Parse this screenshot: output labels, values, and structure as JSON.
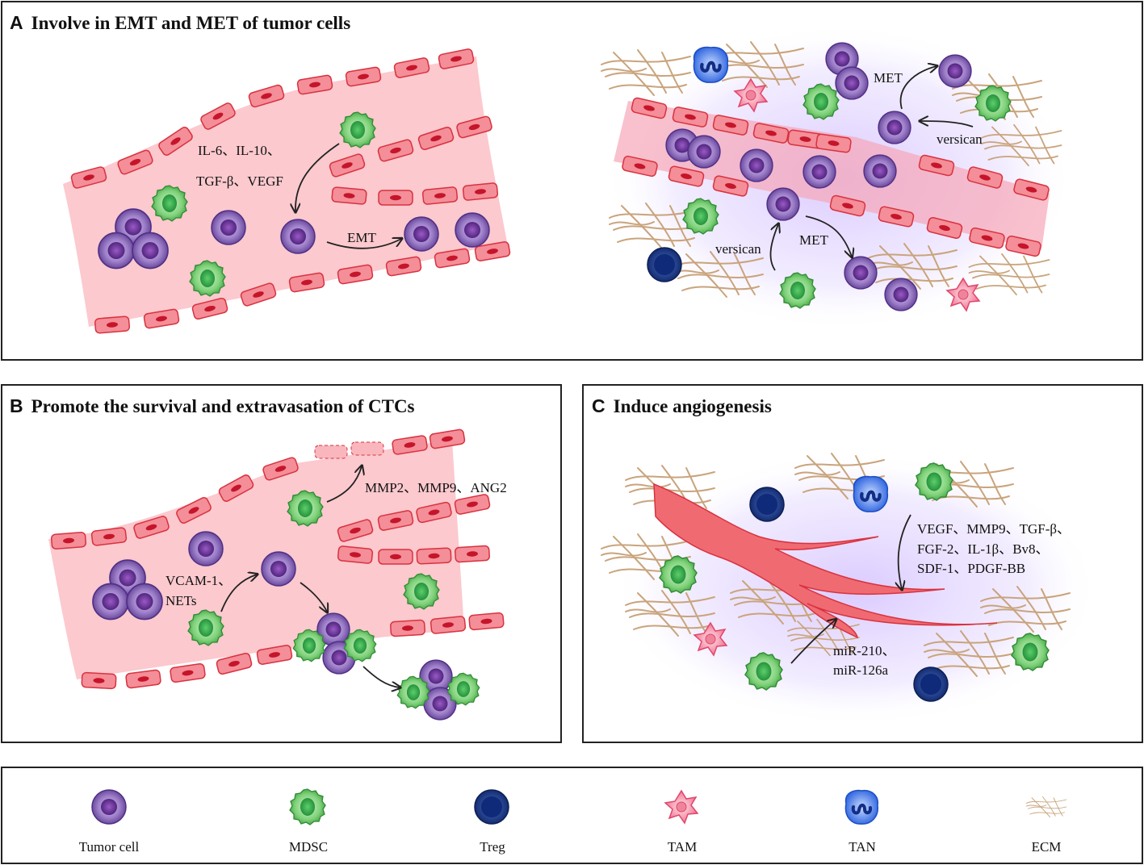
{
  "panelA": {
    "letter": "A",
    "title": "Involve in EMT and MET of tumor cells",
    "labels": {
      "cytokines_line1": "IL-6、IL-10、",
      "cytokines_line2": "TGF-β、VEGF",
      "emt": "EMT",
      "met_top": "MET",
      "versican_top": "versican",
      "versican_bottom": "versican",
      "met_bottom": "MET"
    }
  },
  "panelB": {
    "letter": "B",
    "title": "Promote the survival and extravasation of CTCs",
    "labels": {
      "mmp": "MMP2、MMP9、ANG2",
      "vcam_line1": "VCAM-1、",
      "vcam_line2": "NETs"
    }
  },
  "panelC": {
    "letter": "C",
    "title": "Induce angiogenesis",
    "labels": {
      "factors_line1": "VEGF、MMP9、TGF-β、",
      "factors_line2": "FGF-2、IL-1β、Bv8、",
      "factors_line3": "SDF-1、PDGF-BB",
      "mir_line1": "miR-210、",
      "mir_line2": "miR-126a"
    }
  },
  "legend": {
    "items": [
      {
        "label": "Tumor cell",
        "icon": "tumor-cell-icon"
      },
      {
        "label": "MDSC",
        "icon": "mdsc-icon"
      },
      {
        "label": "Treg",
        "icon": "treg-icon"
      },
      {
        "label": "TAM",
        "icon": "tam-icon"
      },
      {
        "label": "TAN",
        "icon": "tan-icon"
      },
      {
        "label": "ECM",
        "icon": "ecm-icon"
      }
    ]
  },
  "colors": {
    "vessel_fill": "#f9c9cd",
    "endothelial": "#e84a57",
    "tumor": "#7a55a8",
    "mdsc": "#5cbf5c",
    "treg": "#1b3a8c",
    "tam": "#f07c96",
    "tan": "#3b6fe0",
    "ecm": "#c9a47c",
    "glow": "#e6d9ff"
  }
}
